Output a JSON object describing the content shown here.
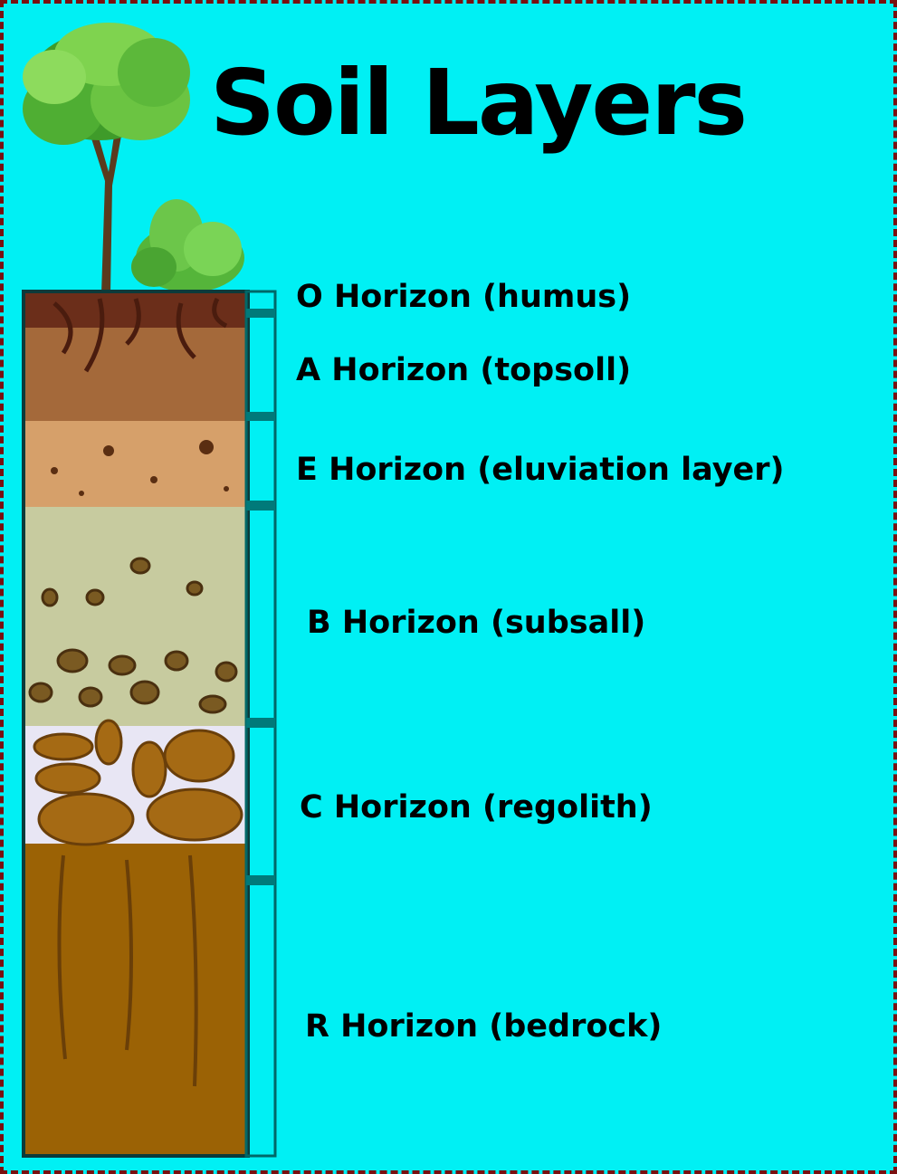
{
  "title": "Soil Layers",
  "horizons": [
    {
      "label": "O Horizon (humus)",
      "color": "#6b2e1a"
    },
    {
      "label": "A Horizon (topsoll)",
      "color": "#a4693a"
    },
    {
      "label": "E Horizon (eluviation layer)",
      "color": "#d6a06a"
    },
    {
      "label": "B Horizon (subsall)",
      "color": "#c7cb9f"
    },
    {
      "label": "C Horizon (regolith)",
      "color": "#e8e6f4"
    },
    {
      "label": "R Horizon (bedrock)",
      "color": "#9b6205"
    }
  ],
  "colors": {
    "background": "#00f0f4",
    "border": "#7a1010",
    "scale_bar": "#007a7a"
  }
}
